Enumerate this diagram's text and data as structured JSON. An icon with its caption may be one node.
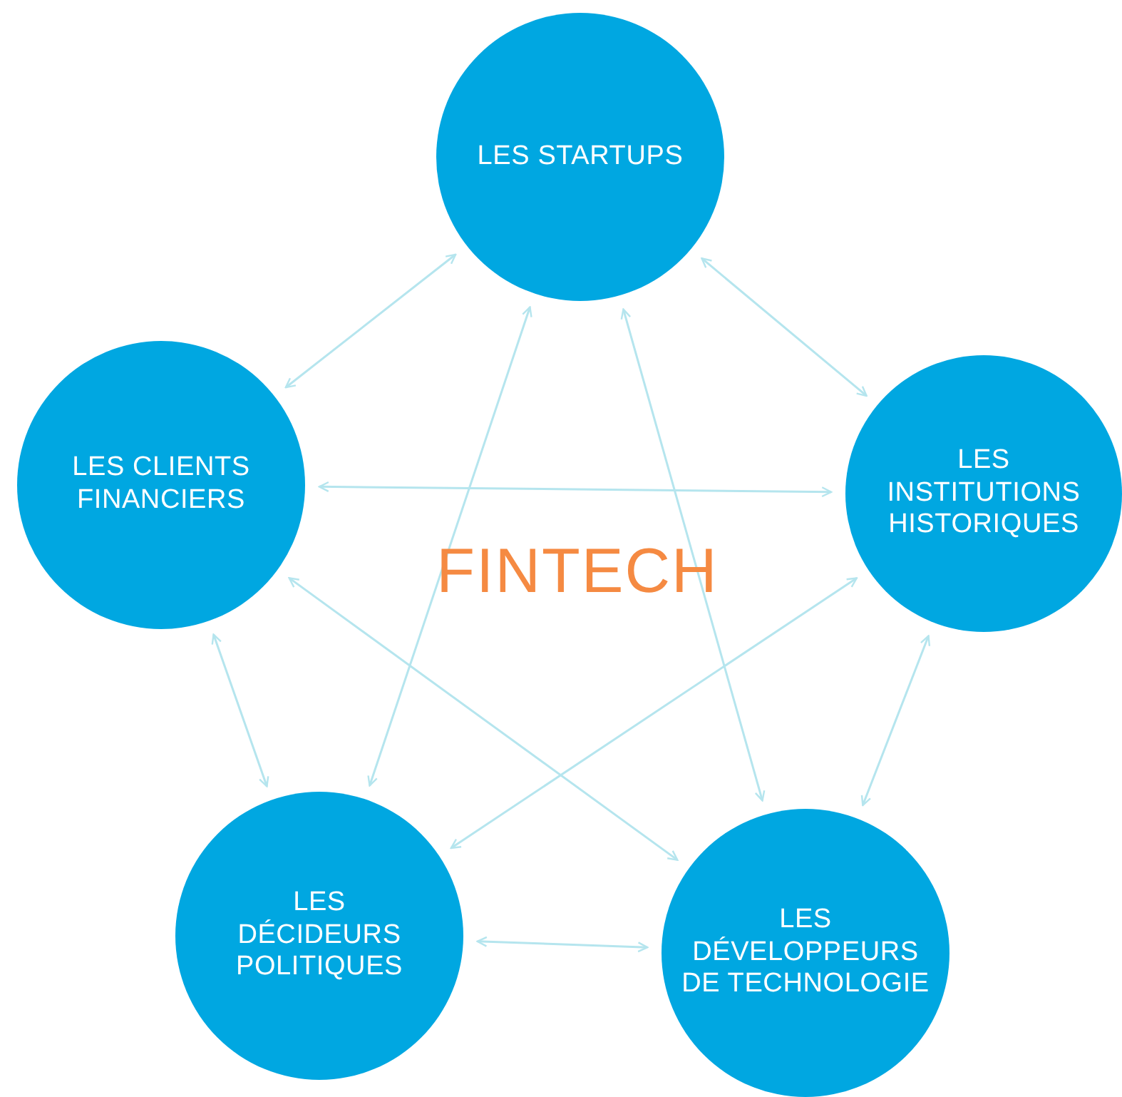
{
  "diagram": {
    "nodes": [
      {
        "text": [
          "LES STARTUPS"
        ]
      },
      {
        "text": [
          "LES CLIENTS FINANCIERS"
        ]
      },
      {
        "text": [
          "LES INSTITUTIONS HISTORIQUES"
        ]
      },
      {
        "text": [
          "LES DÉCIDEURS POLITIQUES"
        ]
      },
      {
        "text": [
          "LES DÉVELOPPEURS DE TECHNOLOGIE"
        ]
      }
    ],
    "edges": [
      {
        "from": 0,
        "to": 1,
        "arrow": "both"
      },
      {
        "from": 0,
        "to": 2,
        "arrow": "both"
      },
      {
        "from": 1,
        "to": 2,
        "arrow": "both"
      },
      {
        "from": 0,
        "to": 3,
        "arrow": "both"
      },
      {
        "from": 0,
        "to": 4,
        "arrow": "both"
      },
      {
        "from": 1,
        "to": 4,
        "arrow": "both"
      },
      {
        "from": 2,
        "to": 3,
        "arrow": "both"
      },
      {
        "from": 1,
        "to": 3,
        "arrow": "both"
      },
      {
        "from": 2,
        "to": 4,
        "arrow": "both"
      },
      {
        "from": 3,
        "to": 4,
        "arrow": "both"
      }
    ],
    "labels": [
      "FINTECH"
    ]
  }
}
